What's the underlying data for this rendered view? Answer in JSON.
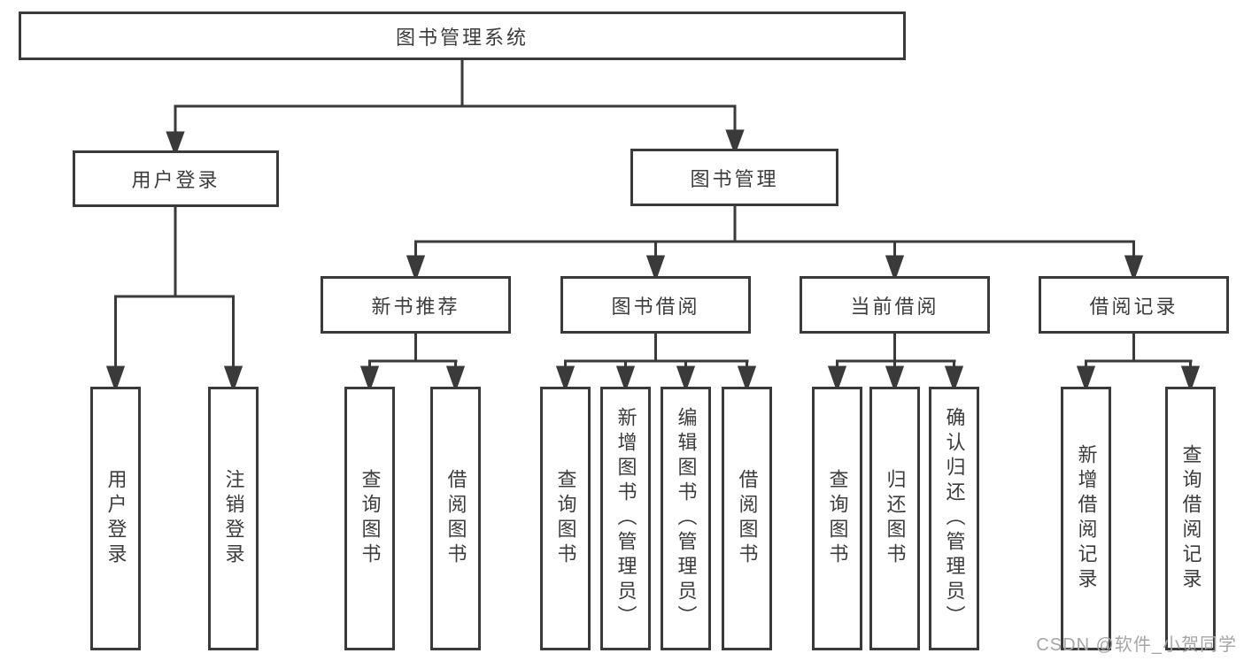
{
  "tree": {
    "label": "图书管理系统",
    "children": [
      {
        "label": "用户登录",
        "children": [
          {
            "label": "用户登录"
          },
          {
            "label": "注销登录"
          }
        ]
      },
      {
        "label": "图书管理",
        "children": [
          {
            "label": "新书推荐",
            "children": [
              {
                "label": "查询图书"
              },
              {
                "label": "借阅图书"
              }
            ]
          },
          {
            "label": "图书借阅",
            "children": [
              {
                "label": "查询图书"
              },
              {
                "label": "新增图书（管理员）"
              },
              {
                "label": "编辑图书（管理员）"
              },
              {
                "label": "借阅图书"
              }
            ]
          },
          {
            "label": "当前借阅",
            "children": [
              {
                "label": "查询图书"
              },
              {
                "label": "归还图书"
              },
              {
                "label": "确认归还（管理员）"
              }
            ]
          },
          {
            "label": "借阅记录",
            "children": [
              {
                "label": "新增借阅记录"
              },
              {
                "label": "查询借阅记录"
              }
            ]
          }
        ]
      }
    ]
  },
  "watermark": "CSDN @软件_小贺同学",
  "colors": {
    "line": "#3a3a3a",
    "text": "#3c3c3c",
    "watermark": "#a6a6a6",
    "background": "#ffffff"
  }
}
